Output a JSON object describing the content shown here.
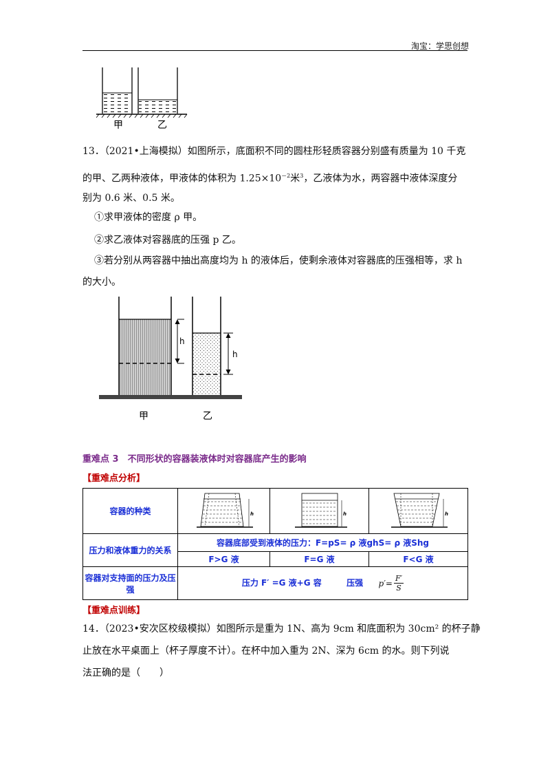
{
  "header": {
    "text": "淘宝：学思创想"
  },
  "fig_top": {
    "label_left": "甲",
    "label_right": "乙"
  },
  "q13": {
    "line1": "13．（2021•上海模拟）如图所示，底面积不同的圆柱形轻质容器分别盛有质量为 10 千克",
    "line2_pre": "的甲、乙两种液体，甲液体的体积为 1.25×10",
    "line2_sup": "－2",
    "line2_mid": "米",
    "line2_sup2": "3",
    "line2_post": "，乙液体为水，两容器中液体深度分",
    "line3": "别为 0.6 米、0.5 米。",
    "sub1": "①求甲液体的密度 ρ 甲。",
    "sub2": "②求乙液体对容器底的压强 p 乙。",
    "sub3": "③若分别从两容器中抽出高度均为 h 的液体后，使剩余液体对容器底的压强相等，求 h",
    "sub3b": "的大小。"
  },
  "fig13": {
    "label_left": "甲",
    "label_right": "乙",
    "h_label": "h"
  },
  "section3": {
    "title": "重难点 3　不同形状的容器装液体时对容器底产生的影响"
  },
  "analysis_title": "【重难点分析】",
  "table": {
    "row1_header": "容器的种类",
    "h_label": "h",
    "row2_header": "压力和液体重力的关系",
    "row2_formula": "容器底部受到液体的压力：F=pS= ρ 液ghS= ρ 液Shg",
    "rel1": "F>G 液",
    "rel2": "F=G 液",
    "rel3": "F<G 液",
    "row3_header": "容器对支持面的压力及压强",
    "row3_force": "压力 F′ =G 液+G 容",
    "row3_pressure": "压强",
    "row3_eq": "p′=",
    "row3_num": "F′",
    "row3_den": "S"
  },
  "training_title": "【重难点训练】",
  "q14": {
    "line1": "14．（2023•安次区校级模拟）如图所示是重为 1N、高为 9cm 和底面积为 30cm² 的杯子静",
    "line2": "止放在水平桌面上（杯子厚度不计）。在杯中加入重为 2N、深为 6cm 的水。则下列说",
    "line3": "法正确的是（　　）"
  }
}
